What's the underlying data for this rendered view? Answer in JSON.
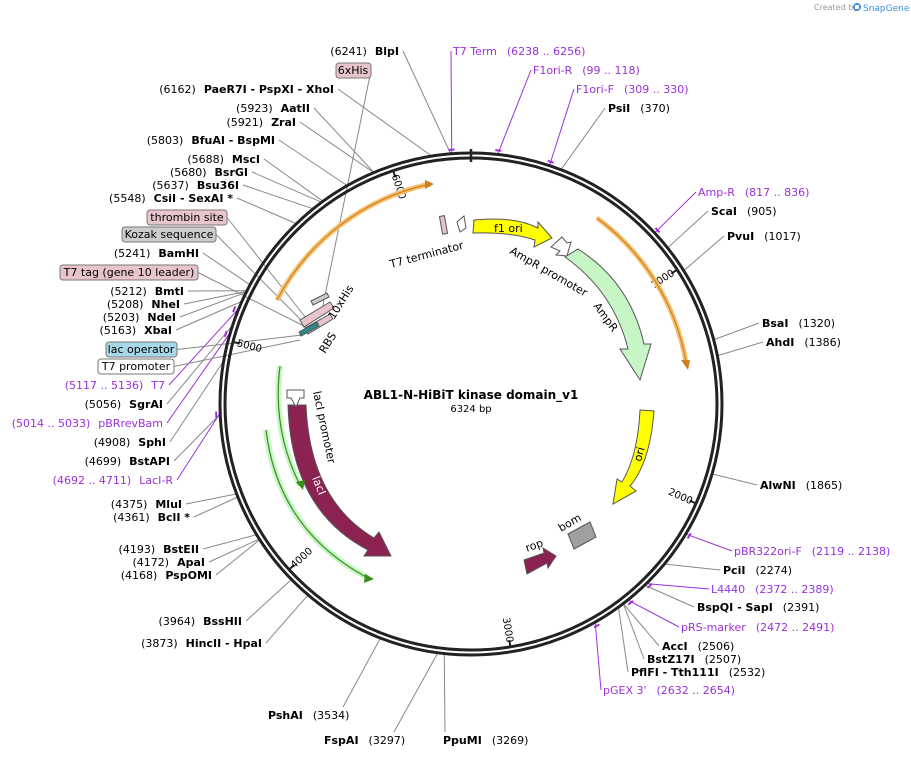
{
  "branding": {
    "created_by": "Created by",
    "brand": "SnapGene"
  },
  "plasmid": {
    "name": "ABL1-N-HiBiT kinase domain_v1",
    "length_label": "6324 bp",
    "length": 6324
  },
  "colors": {
    "primer": "#9b30d9",
    "backbone": "#222222",
    "ori": "#ffff00",
    "amp": "#c6f5c6",
    "lacI": "#8b2252",
    "rop": "#8b2252",
    "bom": "#a0a0a0",
    "t7tag": "#e8c4cc",
    "lacop": "#a8d8e8",
    "kozak": "#cccccc"
  },
  "ticks": [
    {
      "pos": 1000,
      "label": "1000"
    },
    {
      "pos": 2000,
      "label": "2000"
    },
    {
      "pos": 3000,
      "label": "3000"
    },
    {
      "pos": 4000,
      "label": "4000"
    },
    {
      "pos": 5000,
      "label": "5000"
    },
    {
      "pos": 6000,
      "label": "6000"
    }
  ],
  "enzymes_right": [
    {
      "pos": 370,
      "name": "PsiI",
      "loc": "(370)"
    },
    {
      "pos": 905,
      "name": "ScaI",
      "loc": "(905)"
    },
    {
      "pos": 1017,
      "name": "PvuI",
      "loc": "(1017)"
    },
    {
      "pos": 1320,
      "name": "BsaI",
      "loc": "(1320)"
    },
    {
      "pos": 1386,
      "name": "AhdI",
      "loc": "(1386)"
    },
    {
      "pos": 1865,
      "name": "AlwNI",
      "loc": "(1865)"
    },
    {
      "pos": 2274,
      "name": "PciI",
      "loc": "(2274)"
    },
    {
      "pos": 2391,
      "name": "BspQI  - SapI",
      "loc": "(2391)"
    },
    {
      "pos": 2506,
      "name": "AccI",
      "loc": "(2506)"
    },
    {
      "pos": 2507,
      "name": "BstZ17I",
      "loc": "(2507)"
    },
    {
      "pos": 2532,
      "name": "PflFI  - Tth111I",
      "loc": "(2532)"
    }
  ],
  "enzymes_bottom": [
    {
      "pos": 3269,
      "name": "PpuMI",
      "loc": "(3269)"
    },
    {
      "pos": 3297,
      "name": "FspAI",
      "loc": "(3297)"
    },
    {
      "pos": 3534,
      "name": "PshAI",
      "loc": "(3534)"
    }
  ],
  "enzymes_left": [
    {
      "pos": 3873,
      "name": "HincII  - HpaI",
      "loc": "(3873)"
    },
    {
      "pos": 3964,
      "name": "BssHII",
      "loc": "(3964)"
    },
    {
      "pos": 4168,
      "name": "PspOMI",
      "loc": "(4168)"
    },
    {
      "pos": 4172,
      "name": "ApaI",
      "loc": "(4172)"
    },
    {
      "pos": 4193,
      "name": "BstEII",
      "loc": "(4193)"
    },
    {
      "pos": 4361,
      "name": "BclI *",
      "loc": "(4361)"
    },
    {
      "pos": 4375,
      "name": "MluI",
      "loc": "(4375)"
    },
    {
      "pos": 4699,
      "name": "BstAPI",
      "loc": "(4699)"
    },
    {
      "pos": 4908,
      "name": "SphI",
      "loc": "(4908)"
    },
    {
      "pos": 5056,
      "name": "SgrAI",
      "loc": "(5056)"
    },
    {
      "pos": 5163,
      "name": "XbaI",
      "loc": "(5163)"
    },
    {
      "pos": 5203,
      "name": "NdeI",
      "loc": "(5203)"
    },
    {
      "pos": 5208,
      "name": "NheI",
      "loc": "(5208)"
    },
    {
      "pos": 5212,
      "name": "BmtI",
      "loc": "(5212)"
    },
    {
      "pos": 5241,
      "name": "BamHI",
      "loc": "(5241)"
    },
    {
      "pos": 5548,
      "name": "CsiI  - SexAI *",
      "loc": "(5548)"
    },
    {
      "pos": 5637,
      "name": "Bsu36I",
      "loc": "(5637)"
    },
    {
      "pos": 5680,
      "name": "BsrGI",
      "loc": "(5680)"
    },
    {
      "pos": 5688,
      "name": "MscI",
      "loc": "(5688)"
    },
    {
      "pos": 5803,
      "name": "BfuAI  - BspMI",
      "loc": "(5803)"
    },
    {
      "pos": 5921,
      "name": "ZraI",
      "loc": "(5921)"
    },
    {
      "pos": 5923,
      "name": "AatII",
      "loc": "(5923)"
    },
    {
      "pos": 6162,
      "name": "PaeR7I  - PspXI  - XhoI",
      "loc": "(6162)"
    },
    {
      "pos": 6241,
      "name": "BlpI",
      "loc": "(6241)"
    }
  ],
  "primers": [
    {
      "pos": 6247,
      "name": "T7 Term",
      "loc": "(6238 .. 6256)"
    },
    {
      "pos": 108,
      "name": "F1ori-R",
      "loc": "(99 .. 118)"
    },
    {
      "pos": 320,
      "name": "F1ori-F",
      "loc": "(309 .. 330)"
    },
    {
      "pos": 826,
      "name": "Amp-R",
      "loc": "(817 .. 836)"
    },
    {
      "pos": 2128,
      "name": "pBR322ori-F",
      "loc": "(2119 .. 2138)"
    },
    {
      "pos": 2380,
      "name": "L4440",
      "loc": "(2372 .. 2389)"
    },
    {
      "pos": 2481,
      "name": "pRS-marker",
      "loc": "(2472 .. 2491)"
    },
    {
      "pos": 2643,
      "name": "pGEX 3'",
      "loc": "(2632 .. 2654)"
    },
    {
      "pos": 4701,
      "name": "LacI-R",
      "loc": "(4692 .. 4711)"
    },
    {
      "pos": 5023,
      "name": "pBRrevBam",
      "loc": "(5014 .. 5033)"
    },
    {
      "pos": 5126,
      "name": "T7",
      "loc": "(5117 .. 5136)"
    }
  ],
  "boxed_features": [
    {
      "name": "6xHis",
      "style": "pink"
    },
    {
      "name": "thrombin site",
      "style": "pink"
    },
    {
      "name": "Kozak sequence",
      "style": "gray"
    },
    {
      "name": "T7 tag (gene 10 leader)",
      "style": "pink"
    },
    {
      "name": "lac operator",
      "style": "blue"
    },
    {
      "name": "T7 promoter",
      "style": "white"
    }
  ],
  "features": [
    {
      "name": "f1 ori"
    },
    {
      "name": "AmpR promoter"
    },
    {
      "name": "AmpR"
    },
    {
      "name": "ori"
    },
    {
      "name": "bom"
    },
    {
      "name": "rop"
    },
    {
      "name": "lacI"
    },
    {
      "name": "lacI promoter"
    },
    {
      "name": "T7 terminator"
    },
    {
      "name": "RBS"
    },
    {
      "name": "10xHis"
    }
  ]
}
